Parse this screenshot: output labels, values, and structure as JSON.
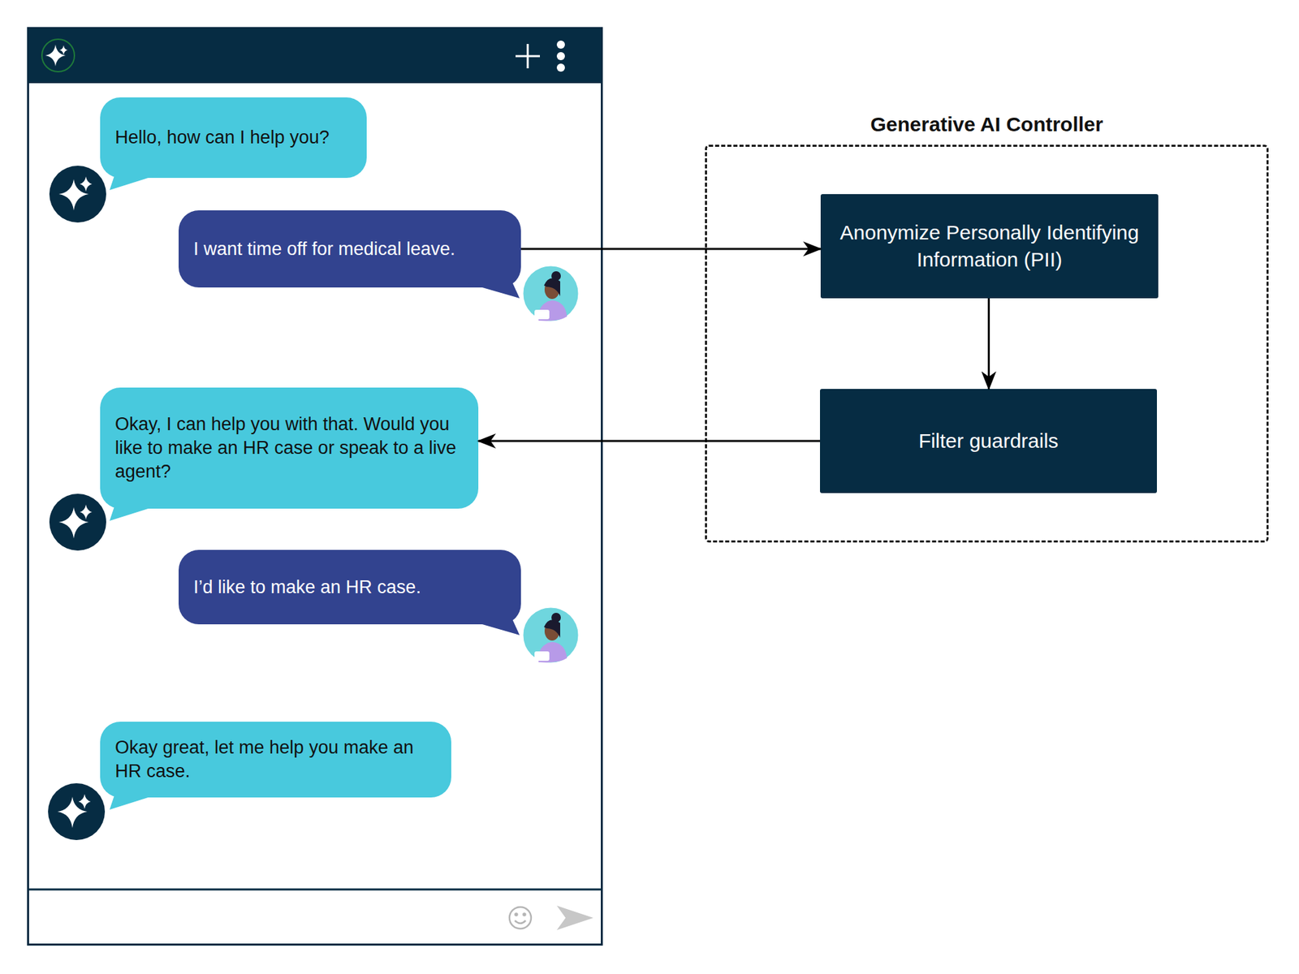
{
  "diagram": {
    "nodes": [
      {
        "text": [
          "Hello, how can I help you?"
        ]
      },
      {
        "text": [
          "I want time off for medical leave."
        ]
      },
      {
        "text": [
          "Okay, I can help you with that. Would you like to make an HR case or speak to a live agent?"
        ]
      },
      {
        "text": [
          "I’d like to make an HR case."
        ]
      },
      {
        "text": [
          "Okay great, let me help you make an HR case."
        ]
      },
      {
        "text": [
          "Generative AI Controller"
        ]
      },
      {
        "text": [
          "Anonymize Personally Identifying Information (PII)"
        ],
        "in": 5
      },
      {
        "text": [
          "Filter guardrails"
        ],
        "in": 5
      }
    ],
    "edges": [
      {
        "from": 1,
        "to": 6,
        "arrow": "to"
      },
      {
        "from": 6,
        "to": 7,
        "arrow": "to"
      },
      {
        "from": 7,
        "to": 2,
        "arrow": "to"
      }
    ]
  }
}
